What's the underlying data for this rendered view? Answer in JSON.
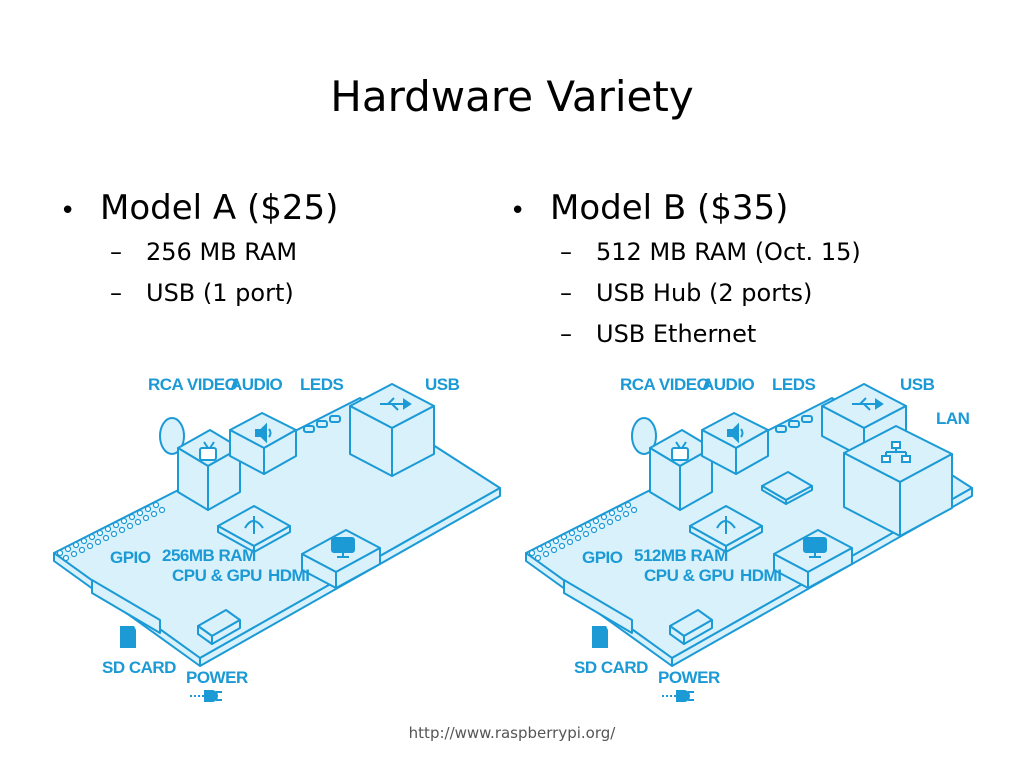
{
  "slide": {
    "title": "Hardware Variety",
    "footer": "http://www.raspberrypi.org/"
  },
  "colors": {
    "board_fill": "#d8f1fb",
    "board_stroke": "#1b9ad6",
    "label": "#1b9ad6"
  },
  "model_a": {
    "heading": "Model A ($25)",
    "items": [
      "256 MB RAM",
      "USB (1 port)"
    ],
    "labels": {
      "rca": "RCA VIDEO",
      "audio": "AUDIO",
      "leds": "LEDS",
      "usb": "USB",
      "gpio": "GPIO",
      "ram": "256MB RAM",
      "cpu": "CPU & GPU",
      "hdmi": "HDMI",
      "sd": "SD CARD",
      "power": "POWER"
    }
  },
  "model_b": {
    "heading": "Model B ($35)",
    "items": [
      "512 MB RAM (Oct. 15)",
      "USB Hub (2 ports)",
      "USB Ethernet"
    ],
    "labels": {
      "rca": "RCA VIDEO",
      "audio": "AUDIO",
      "leds": "LEDS",
      "usb": "USB",
      "lan": "LAN",
      "gpio": "GPIO",
      "ram": "512MB RAM",
      "cpu": "CPU & GPU",
      "hdmi": "HDMI",
      "sd": "SD CARD",
      "power": "POWER"
    }
  },
  "icons": [
    "tv-icon",
    "speaker-icon",
    "usb-icon",
    "network-icon",
    "monitor-icon",
    "sd-card-icon",
    "power-plug-icon"
  ]
}
